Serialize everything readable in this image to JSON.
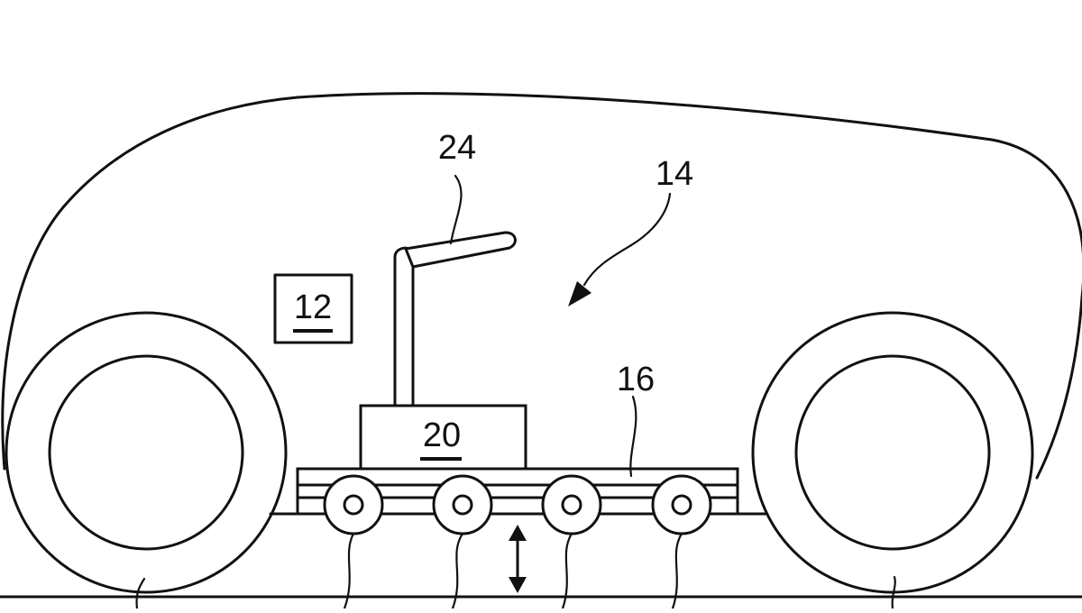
{
  "figure": {
    "labels": {
      "vehicle": "14",
      "control_unit": "12",
      "platform": "16",
      "module": "20",
      "handle": "24"
    },
    "platform_rollers": 4
  }
}
